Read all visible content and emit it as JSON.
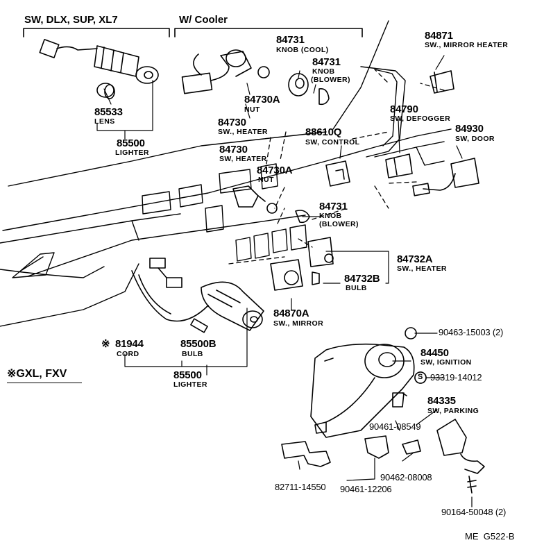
{
  "headers": {
    "left": "SW, DLX, SUP, XL7",
    "right": "W/ Cooler"
  },
  "parts": [
    {
      "num": "85533",
      "desc": "LENS"
    },
    {
      "num": "85500",
      "desc": "LIGHTER"
    },
    {
      "num": "84731",
      "desc": "KNOB (COOL)"
    },
    {
      "num": "84731",
      "desc": "KNOB",
      "desc2": "(BLOWER)"
    },
    {
      "num": "84730A",
      "desc": "NUT"
    },
    {
      "num": "84730",
      "desc": "SW., HEATER"
    },
    {
      "num": "84730",
      "desc": "SW, HEATER"
    },
    {
      "num": "84730A",
      "desc": "NUT"
    },
    {
      "num": "88610Q",
      "desc": "SW, CONTROL"
    },
    {
      "num": "84871",
      "desc": "SW., MIRROR HEATER"
    },
    {
      "num": "84790",
      "desc": "SW, DEFOGGER"
    },
    {
      "num": "84930",
      "desc": "SW, DOOR"
    },
    {
      "num": "84731",
      "desc": "KNOB",
      "desc2": "(BLOWER)"
    },
    {
      "num": "84732A",
      "desc": "SW., HEATER"
    },
    {
      "num": "84732B",
      "desc": "BULB"
    },
    {
      "num": "84870A",
      "desc": "SW., MIRROR"
    },
    {
      "num": "81944",
      "desc": "CORD",
      "mark": "※"
    },
    {
      "num": "85500B",
      "desc": "BULB"
    },
    {
      "num": "85500",
      "desc": "LIGHTER"
    },
    {
      "num": "90463-15003 (2)"
    },
    {
      "num": "84450",
      "desc": "SW, IGNITION"
    },
    {
      "num": "93319-14012",
      "mark": "S"
    },
    {
      "num": "84335",
      "desc": "SW, PARKING"
    },
    {
      "num": "90461-08549"
    },
    {
      "num": "90462-08008"
    },
    {
      "num": "82711-14550"
    },
    {
      "num": "90461-12206"
    },
    {
      "num": "90164-50048 (2)"
    }
  ],
  "note": "※GXL, FXV",
  "code": "ME  G522-B"
}
